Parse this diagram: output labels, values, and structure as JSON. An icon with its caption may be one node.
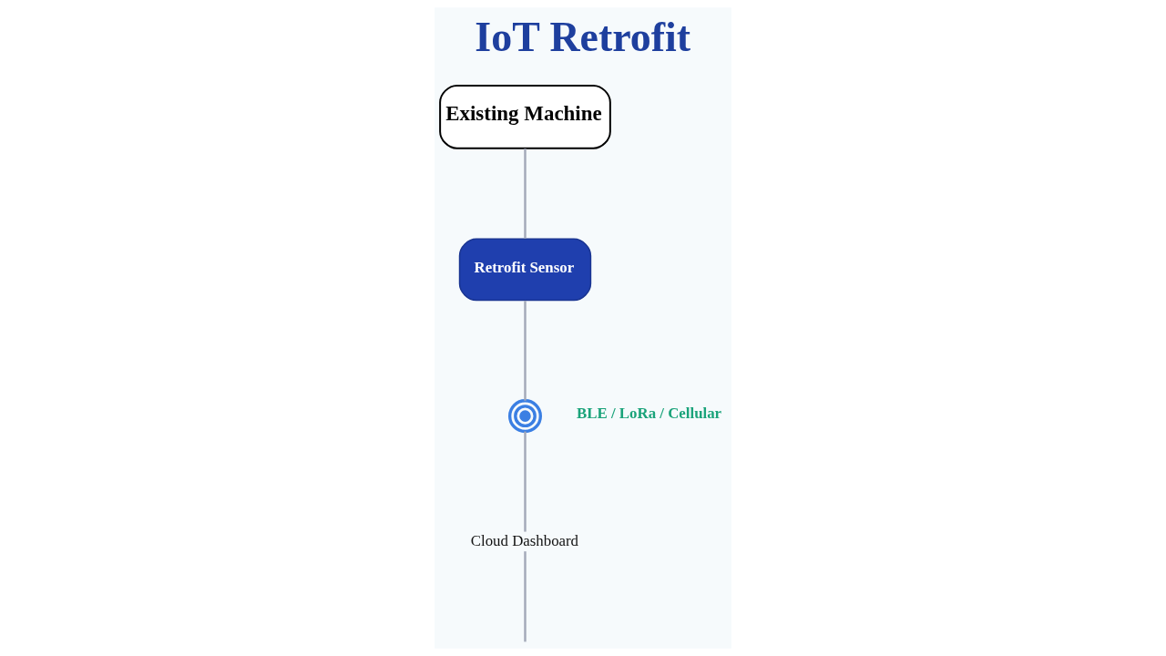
{
  "diagram": {
    "title": "IoT Retrofit",
    "nodes": [
      {
        "text": [
          "Existing Machine"
        ]
      },
      {
        "text": [
          "Retrofit Sensor"
        ]
      },
      {
        "text": [],
        "shape": "picture",
        "beside": [
          "BLE / LoRa / Cellular"
        ]
      },
      {
        "text": [
          "Cloud Dashboard"
        ]
      }
    ],
    "edges": [
      {
        "from": 0,
        "to": 1,
        "arrow": "none"
      },
      {
        "from": 1,
        "to": 2,
        "arrow": "none"
      },
      {
        "from": 2,
        "to": 3,
        "arrow": "none"
      },
      {
        "from": 3,
        "to": null,
        "arrow": "none"
      }
    ]
  }
}
